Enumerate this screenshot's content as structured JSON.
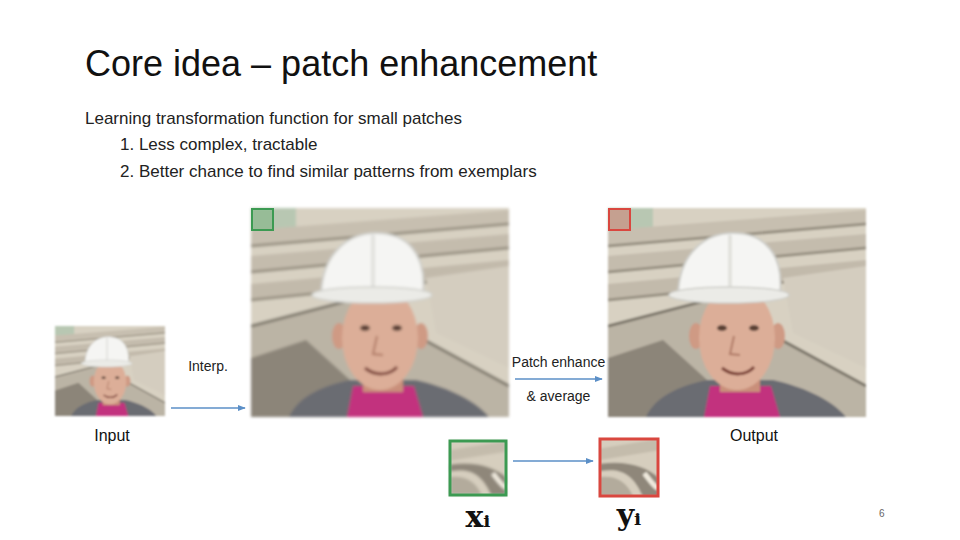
{
  "diagram": {
    "title": "Core idea – patch enhancement",
    "nodes": [
      {
        "text": [
          "Input"
        ]
      },
      {
        "text": []
      },
      {
        "text": [
          "Output"
        ]
      },
      {
        "text": [
          "xᵢ"
        ]
      },
      {
        "text": [
          "yᵢ"
        ]
      }
    ],
    "edges": [
      {
        "from": 0,
        "to": 1,
        "arrow": "to",
        "label": "Interp."
      },
      {
        "from": 1,
        "to": 2,
        "arrow": "to",
        "label": "Patch enhance & average"
      },
      {
        "from": 3,
        "to": 4,
        "arrow": "to"
      }
    ],
    "labels": [
      "Learning transformation function for small patches",
      "1. Less complex, tractable",
      "2. Better chance to find similar patterns from exemplars",
      "6"
    ]
  }
}
